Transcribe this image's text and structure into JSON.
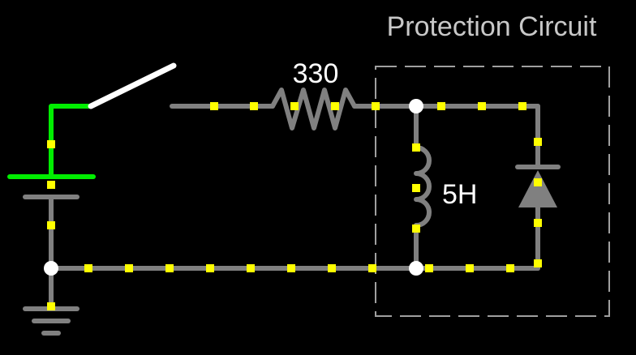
{
  "title": "Protection Circuit",
  "resistor_label": "330",
  "inductor_label": "5H",
  "colors": {
    "background": "#000000",
    "wire": "#808080",
    "live_wire": "#00ee00",
    "switch_blade": "#ffffff",
    "current_dot": "#ffff00",
    "junction": "#ffffff",
    "box_border": "#a0a0a0"
  },
  "switch_state": "open"
}
